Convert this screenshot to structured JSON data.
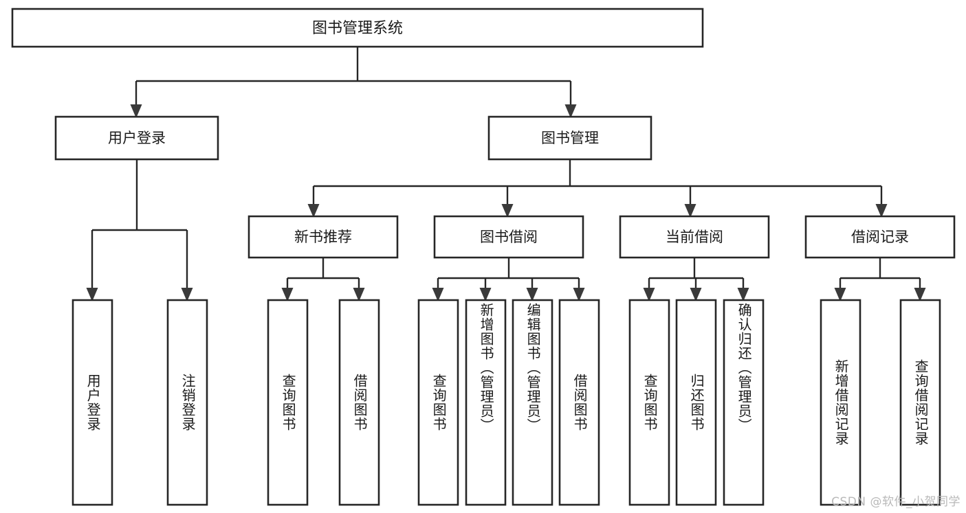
{
  "diagram": {
    "title": "图书管理系统",
    "type": "tree-hierarchy-chart",
    "watermark": "CSDN @软件_小贺同学",
    "colors": {
      "box_fill": "#ffffff",
      "box_stroke": "#262626",
      "connector": "#262626",
      "text": "#1a1a1a",
      "watermark": "#b9b9b9",
      "background": "#ffffff"
    },
    "levels": {
      "root": {
        "label": "图书管理系统"
      },
      "level2": [
        {
          "label": "用户登录"
        },
        {
          "label": "图书管理"
        }
      ],
      "level3": [
        {
          "label": "新书推荐"
        },
        {
          "label": "图书借阅"
        },
        {
          "label": "当前借阅"
        },
        {
          "label": "借阅记录"
        }
      ],
      "leaves": {
        "user_login": [
          {
            "label": "用户登录"
          },
          {
            "label": "注销登录"
          }
        ],
        "new_book_recommend": [
          {
            "label": "查询图书"
          },
          {
            "label": "借阅图书"
          }
        ],
        "book_borrow": [
          {
            "label": "查询图书"
          },
          {
            "label": "新增图书（管理员）"
          },
          {
            "label": "编辑图书（管理员）"
          },
          {
            "label": "借阅图书"
          }
        ],
        "current_borrow": [
          {
            "label": "查询图书"
          },
          {
            "label": "归还图书"
          },
          {
            "label": "确认归还（管理员）"
          }
        ],
        "borrow_record": [
          {
            "label": "新增借阅记录"
          },
          {
            "label": "查询借阅记录"
          }
        ]
      }
    }
  }
}
